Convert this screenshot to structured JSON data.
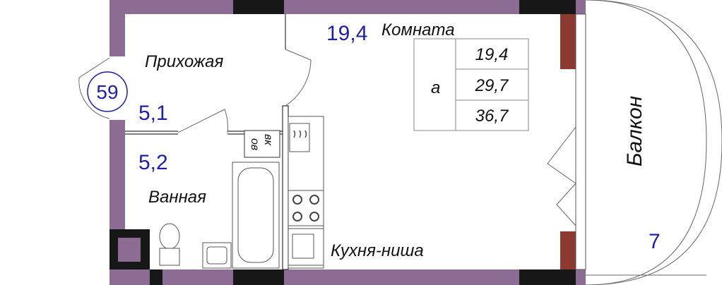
{
  "apartment_number": "59",
  "rooms": {
    "hallway": {
      "name": "Прихожая",
      "area": "5,1"
    },
    "bathroom": {
      "name": "Ванная",
      "area": "5,2"
    },
    "room": {
      "name": "Комната",
      "area": "19,4"
    },
    "kitchen": {
      "name": "Кухня-ниша"
    },
    "balcony": {
      "name": "Балкон",
      "area": "7"
    }
  },
  "vent_label_1": "вк",
  "vent_label_2": "ов",
  "area_table": {
    "section": "а",
    "values": [
      "19,4",
      "29,7",
      "36,7"
    ]
  },
  "colors": {
    "wall": "#8c6c93",
    "wall_dark": "#171717",
    "window_frame": "#8c3a2f",
    "area_number": "#1f1fa8"
  }
}
